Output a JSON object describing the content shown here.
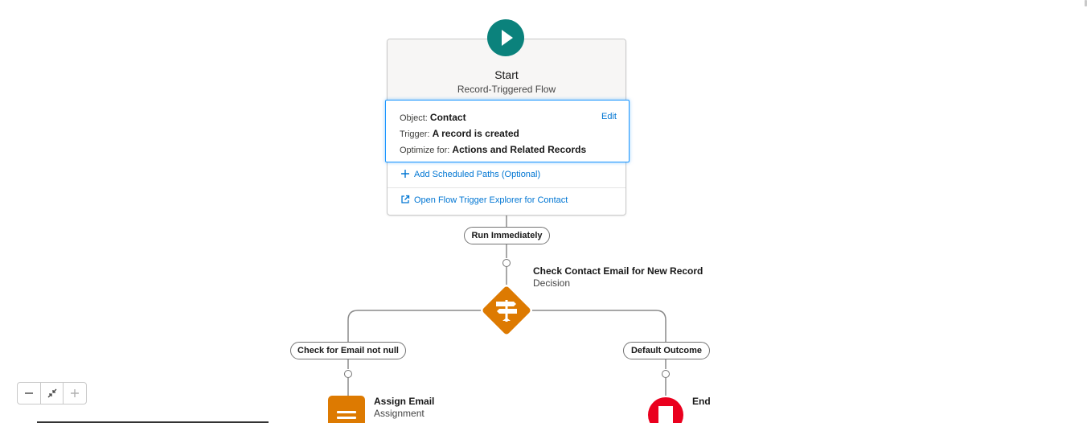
{
  "start": {
    "title": "Start",
    "subtitle": "Record-Triggered Flow",
    "icon": "play-icon",
    "icon_color": "#0b827c",
    "details": {
      "object_label": "Object:",
      "object_value": "Contact",
      "trigger_label": "Trigger:",
      "trigger_value": "A record is created",
      "optimize_label": "Optimize for:",
      "optimize_value": "Actions and Related Records",
      "edit_label": "Edit"
    },
    "add_scheduled_paths": "Add Scheduled Paths (Optional)",
    "open_trigger_explorer": "Open Flow Trigger Explorer for Contact"
  },
  "paths": {
    "run_immediately": "Run Immediately"
  },
  "decision": {
    "title": "Check Contact Email for New Record",
    "type": "Decision",
    "icon": "decision-icon",
    "color": "#dd7a01",
    "outcomes": [
      {
        "label": "Check for Email not null"
      },
      {
        "label": "Default Outcome"
      }
    ]
  },
  "assignment": {
    "title": "Assign Email",
    "type": "Assignment",
    "icon": "assignment-icon",
    "color": "#dd7a01"
  },
  "end": {
    "title": "End",
    "icon": "stop-icon",
    "color": "#ea001e"
  },
  "zoom": {
    "zoom_out_icon": "minus-icon",
    "fit_icon": "fit-view-icon",
    "zoom_in_icon": "plus-icon"
  },
  "colors": {
    "link": "#0176d3",
    "connector": "#747474",
    "selection": "#1b96ff"
  }
}
